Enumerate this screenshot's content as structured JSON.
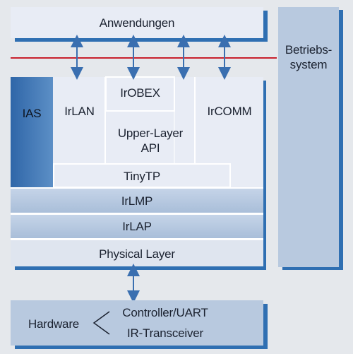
{
  "diagram": {
    "applications": "Anwendungen",
    "operating_system": "Betriebs-\nsystem",
    "ias": "IAS",
    "irlan": "IrLAN",
    "irobex": "IrOBEX",
    "upper_layer_api": "Upper-Layer\nAPI",
    "ircomm": "IrCOMM",
    "tinytp": "TinyTP",
    "irlmp": "IrLMP",
    "irlap": "IrLAP",
    "physical_layer": "Physical Layer",
    "hardware": "Hardware",
    "controller_uart": "Controller/UART",
    "ir_transceiver": "IR-Transceiver"
  },
  "colors": {
    "background": "#e5e8ec",
    "box_light": "#e8ecf5",
    "box_shadow": "#2f6fb2",
    "ias_fill": "#3f79b6",
    "layer_band": "#b4c6de",
    "divider_line": "#c8202d",
    "arrow": "#3a6fb0"
  }
}
